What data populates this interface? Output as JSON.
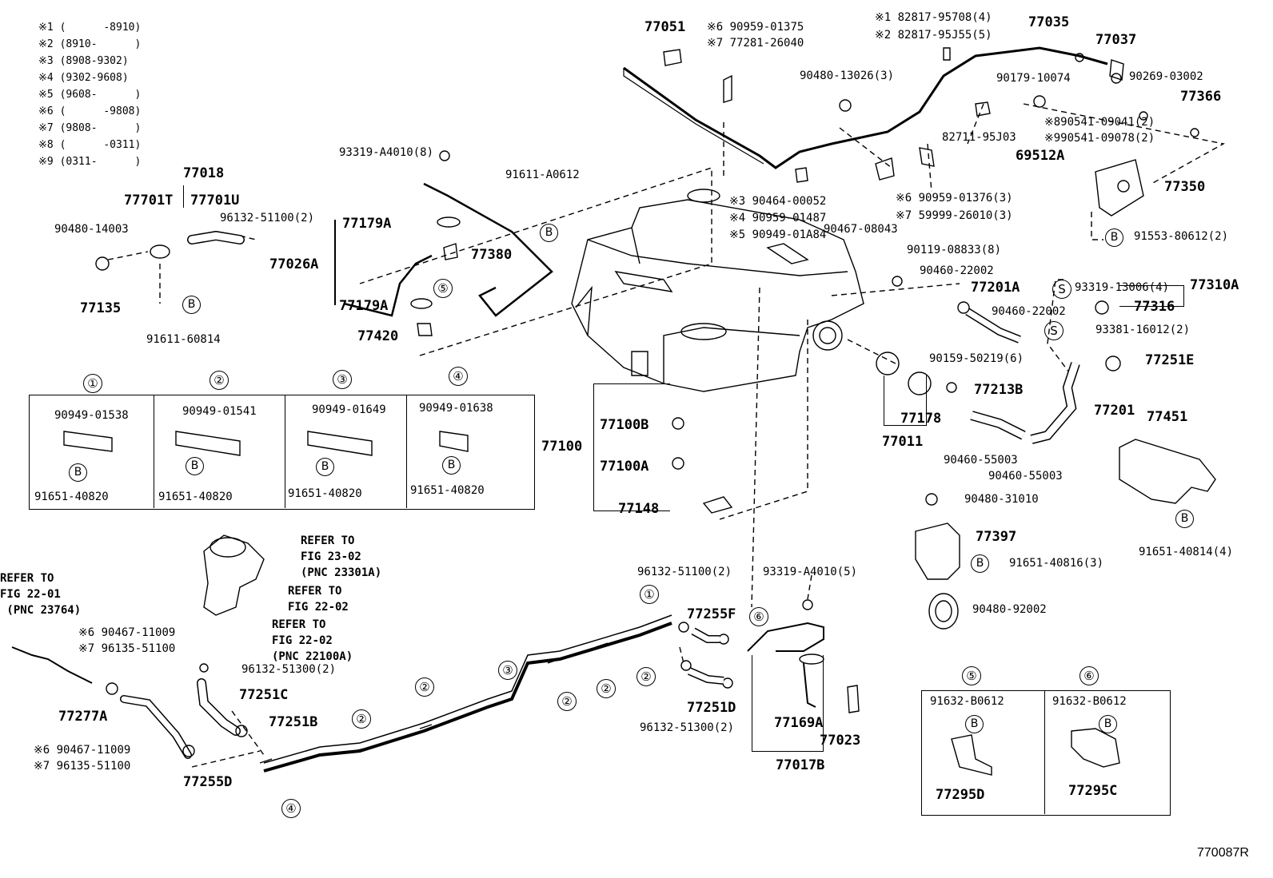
{
  "legend": [
    {
      "mark": "※1",
      "range": "(      -8910)"
    },
    {
      "mark": "※2",
      "range": "(8910-      )"
    },
    {
      "mark": "※3",
      "range": "(8908-9302)"
    },
    {
      "mark": "※4",
      "range": "(9302-9608)"
    },
    {
      "mark": "※5",
      "range": "(9608-      )"
    },
    {
      "mark": "※6",
      "range": "(      -9808)"
    },
    {
      "mark": "※7",
      "range": "(9808-      )"
    },
    {
      "mark": "※8",
      "range": "(      -0311)"
    },
    {
      "mark": "※9",
      "range": "(0311-      )"
    }
  ],
  "parts": {
    "p77018": "77018",
    "p77701T": "77701T",
    "p77701U": "77701U",
    "p90480_14003": "90480-14003",
    "p96132_51100_2a": "96132-51100(2)",
    "p77026A": "77026A",
    "p77135": "77135",
    "p91611_60814": "91611-60814",
    "p93319_A4010_8": "93319-A4010(8)",
    "p91611_A0612": "91611-A0612",
    "p77179A_top": "77179A",
    "p77380": "77380",
    "p77179A_bot": "77179A",
    "p77420": "77420",
    "p77051": "77051",
    "n6_90959_01375": "※6 90959-01375",
    "n7_77281_26040": "※7 77281-26040",
    "n1_82817_95708": "※1 82817-95708(4)",
    "n2_82817_95J55": "※2 82817-95J55(5)",
    "p77035": "77035",
    "p77037": "77037",
    "p90480_13026": "90480-13026(3)",
    "p90179_10074": "90179-10074",
    "p90269_03002": "90269-03002",
    "p77366": "77366",
    "n8_90541_09041": "※890541-09041(2)",
    "n9_90541_09078": "※990541-09078(2)",
    "p82711_95J03": "82711-95J03",
    "p69512A": "69512A",
    "p77350": "77350",
    "n3_90464_00052": "※3 90464-00052",
    "n4_90959_01487": "※4 90959-01487",
    "n5_90949_01A84": "※5 90949-01A84",
    "n6_90959_01376": "※6 90959-01376(3)",
    "n7_59999_26010": "※7 59999-26010(3)",
    "p90467_08043": "90467-08043",
    "p91553_80612": "91553-80612(2)",
    "p90119_08833": "90119-08833(8)",
    "p90460_22002a": "90460-22002",
    "p77201A": "77201A",
    "p90460_22002b": "90460-22002",
    "p93319_13006": "93319-13006(4)",
    "p77310A": "77310A",
    "p77316": "77316",
    "p93381_16012": "93381-16012(2)",
    "p77251E": "77251E",
    "p90159_50219": "90159-50219(6)",
    "p77213B": "77213B",
    "p77178": "77178",
    "p77201": "77201",
    "p77011": "77011",
    "p77451": "77451",
    "p90460_55003a": "90460-55003",
    "p90460_55003b": "90460-55003",
    "p77100B": "77100B",
    "p77100": "77100",
    "p77100A": "77100A",
    "p77148": "77148",
    "p90480_31010": "90480-31010",
    "p77397": "77397",
    "p91651_40816": "91651-40816(3)",
    "p91651_40814": "91651-40814(4)",
    "p90480_92002": "90480-92002",
    "p96132_51100_2b": "96132-51100(2)",
    "p93319_A4010_5": "93319-A4010(5)",
    "p77255F": "77255F",
    "n6_90467_11009a": "※6 90467-11009",
    "n7_96135_51100a": "※7 96135-51100",
    "p96132_51300_2a": "96132-51300(2)",
    "p77251C": "77251C",
    "p77277A": "77277A",
    "p77251B": "77251B",
    "n6_90467_11009b": "※6 90467-11009",
    "n7_96135_51100b": "※7 96135-51100",
    "p77255D": "77255D",
    "p77251D": "77251D",
    "p96132_51300_2b": "96132-51300(2)",
    "p77169A": "77169A",
    "p77023": "77023",
    "p77017B": "77017B"
  },
  "refs": {
    "ref_23_02": [
      "REFER TO",
      "FIG 23-02",
      "(PNC 23301A)"
    ],
    "ref_22_02a": [
      "REFER TO",
      "FIG 22-02"
    ],
    "ref_22_02b": [
      "REFER TO",
      "FIG 22-02",
      "(PNC 22100A)"
    ],
    "ref_22_01": [
      "REFER TO",
      "FIG 22-01",
      " (PNC 23764)"
    ]
  },
  "clamp_boxes": [
    {
      "num": "①",
      "part": "90949-01538",
      "bolt": "91651-40820"
    },
    {
      "num": "②",
      "part": "90949-01541",
      "bolt": "91651-40820"
    },
    {
      "num": "③",
      "part": "90949-01649",
      "bolt": "91651-40820"
    },
    {
      "num": "④",
      "part": "90949-01638",
      "bolt": "91651-40820"
    }
  ],
  "bracket_boxes": [
    {
      "num": "⑤",
      "part": "91632-B0612",
      "item": "77295D"
    },
    {
      "num": "⑥",
      "part": "91632-B0612",
      "item": "77295C"
    }
  ],
  "marks": {
    "b": "B",
    "s": "S"
  },
  "diagram_id": "770087R"
}
